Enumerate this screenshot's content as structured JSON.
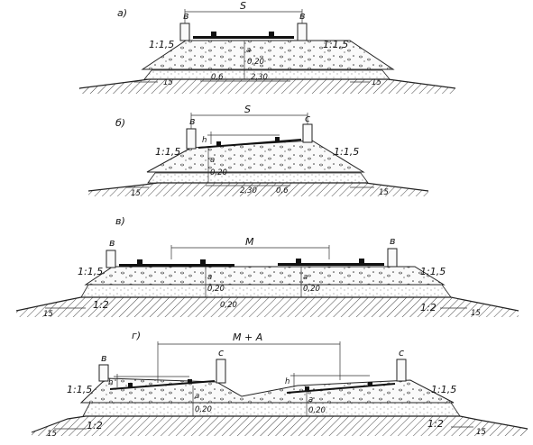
{
  "sections": [
    {
      "id": "a",
      "letter": "а)",
      "dim_track": "S",
      "shoulder_left": "в",
      "shoulder_right": "в",
      "slope_left": "1:1,5",
      "slope_right": "1:1,5",
      "a_label": "а",
      "thickness": "0,20",
      "width_small": "0,6",
      "width_large": "2,30",
      "ditch_left": "15",
      "ditch_right": "15"
    },
    {
      "id": "b",
      "letter": "б)",
      "dim_track": "S",
      "shoulder_left": "в",
      "shoulder_right": "с",
      "slope_left": "1:1,5",
      "slope_right": "1:1,5",
      "h_label": "h",
      "a_label": "а",
      "thickness": "0,20",
      "width_large": "2,30",
      "width_small": "0,6",
      "ditch_left": "15",
      "ditch_right": "15"
    },
    {
      "id": "v",
      "letter": "в)",
      "dim_track": "М",
      "shoulder_left": "в",
      "shoulder_right": "в",
      "slope_left": "1:1,5",
      "slope_right": "1:1,5",
      "base_left": "1:2",
      "base_right": "1:2",
      "a_left": "а",
      "a_right": "а",
      "thick_left": "0,20",
      "thick_right": "0,20",
      "thick_bottom": "0,20",
      "ditch_left": "15",
      "ditch_right": "15"
    },
    {
      "id": "g",
      "letter": "г)",
      "dim_track": "М + А",
      "shoulder_left": "в",
      "c_left": "с",
      "c_right": "с",
      "slope_left": "1:1,5",
      "slope_right": "1:1,5",
      "base_left": "1:2",
      "base_right": "1:2",
      "h_left": "h",
      "h_right": "h",
      "a_left": "а",
      "a_right": "а",
      "thick_left": "0,20",
      "thick_right": "0,20",
      "ditch_left": "15",
      "ditch_right": "15"
    }
  ]
}
